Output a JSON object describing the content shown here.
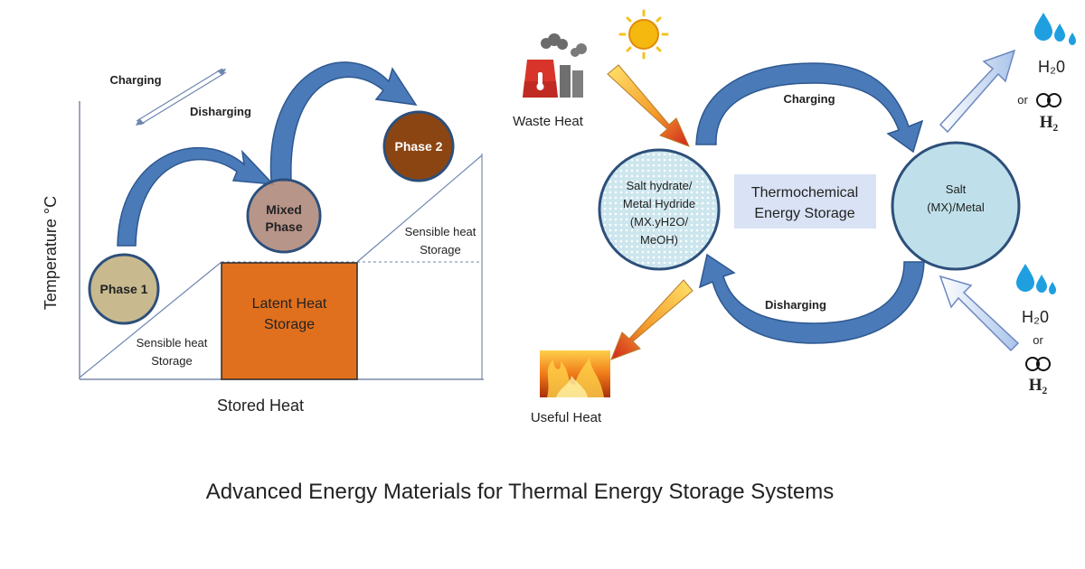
{
  "title": "Advanced Energy Materials for Thermal Energy Storage Systems",
  "colors": {
    "blue_arrow": "#4a7ab8",
    "phase1": "#c8b98f",
    "mixed": "#b08a7c",
    "phase2": "#8b4513",
    "latent": "#e0701e",
    "circle_fill": "#bfe0ea",
    "circle_stroke": "#2d4f7a",
    "tcs_box": "#d9e3f5"
  },
  "left": {
    "y_axis_label": "Temperature °C",
    "x_axis_label": "Stored Heat",
    "charging": "Charging",
    "discharging": "Disharging",
    "phase1": "Phase 1",
    "mixed_line1": "Mixed",
    "mixed_line2": "Phase",
    "phase2": "Phase 2",
    "latent_line1": "Latent Heat",
    "latent_line2": "Storage",
    "sensible_left_line1": "Sensible heat",
    "sensible_left_line2": "Storage",
    "sensible_right_line1": "Sensible heat",
    "sensible_right_line2": "Storage"
  },
  "right": {
    "waste_heat": "Waste Heat",
    "useful_heat": "Useful Heat",
    "charging": "Charging",
    "discharging": "Disharging",
    "tcs_line1": "Thermochemical",
    "tcs_line2": "Energy Storage",
    "left_circle_line1": "Salt hydrate/",
    "left_circle_line2": "Metal Hydride",
    "left_circle_line3": "(MX.yH2O/",
    "left_circle_line4": "MeOH)",
    "right_circle_line1": "Salt",
    "right_circle_line2": "(MX)/Metal",
    "h2o_top": "H₂0",
    "or_top": "or",
    "h2_top": "H₂",
    "h2o_bottom": "H₂0",
    "or_bottom": "or",
    "h2_bottom": "H₂"
  }
}
